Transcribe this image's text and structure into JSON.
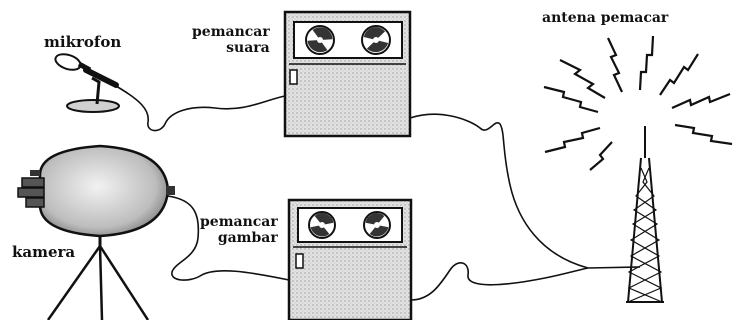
{
  "labels": {
    "microphone": "mikrofon",
    "audio_transmitter": [
      "pemancar",
      "suara"
    ],
    "antenna": "antena pemacar",
    "camera": "kamera",
    "video_transmitter": [
      "pemancar",
      "gambar"
    ]
  },
  "colors": {
    "ink": "#111111",
    "background": "#ffffff",
    "shade": "#cfcfcf"
  },
  "icons": [
    "microphone-icon",
    "camera-icon",
    "transmitter-reel-icon",
    "antenna-tower-icon",
    "lightning-bolt-icon"
  ]
}
